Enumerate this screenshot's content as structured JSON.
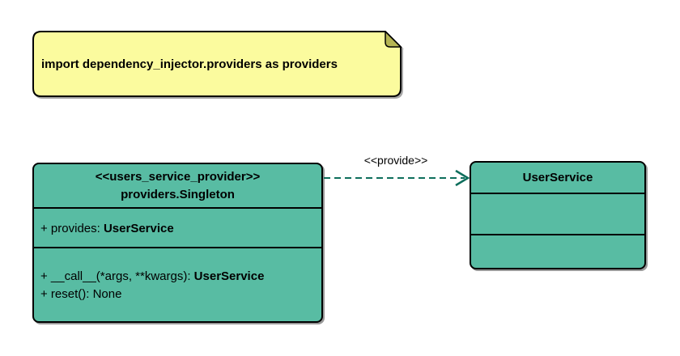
{
  "diagram": {
    "background": "#FFFFFF"
  },
  "note": {
    "text": "import dependency_injector.providers as providers",
    "fill": "#FBFB9E",
    "fold_fill": "#B5B553",
    "border_color": "#000000"
  },
  "provider": {
    "stereotype": "<<users_service_provider>>",
    "name": "providers.Singleton",
    "fill": "#58BCA3",
    "attributes": [
      {
        "text": "+ provides: ",
        "type": "UserService"
      }
    ],
    "methods": [
      {
        "text": "+ __call__(*args, **kwargs): ",
        "type": "UserService"
      },
      {
        "text": "+ reset(): None",
        "type": ""
      }
    ]
  },
  "service": {
    "name": "UserService",
    "fill": "#58BCA3"
  },
  "relation": {
    "label": "<<provide>>",
    "color": "#0E6E5C",
    "line_style": "dashed"
  }
}
